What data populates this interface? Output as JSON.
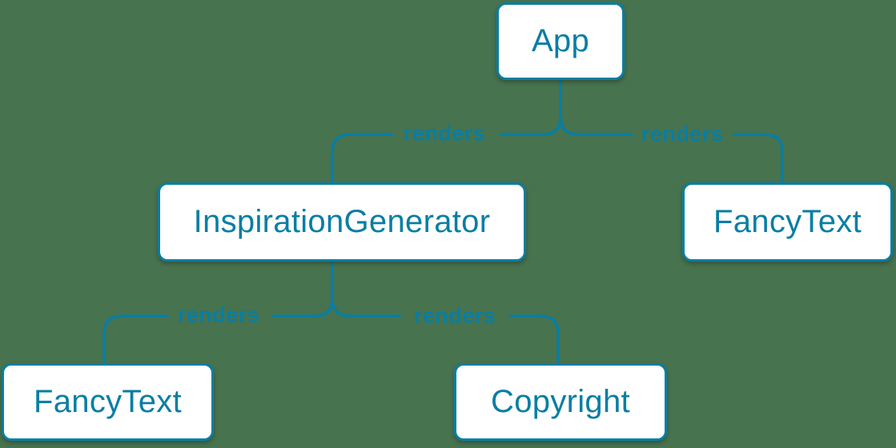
{
  "diagram": {
    "nodes": [
      {
        "id": "app",
        "label": "App"
      },
      {
        "id": "inspiration-generator",
        "label": "InspirationGenerator"
      },
      {
        "id": "fancy-text-top",
        "label": "FancyText"
      },
      {
        "id": "fancy-text-bottom",
        "label": "FancyText"
      },
      {
        "id": "copyright",
        "label": "Copyright"
      }
    ],
    "edges": [
      {
        "from": "App",
        "to": "InspirationGenerator",
        "label": "renders"
      },
      {
        "from": "App",
        "to": "FancyText",
        "label": "renders"
      },
      {
        "from": "InspirationGenerator",
        "to": "FancyText",
        "label": "renders"
      },
      {
        "from": "InspirationGenerator",
        "to": "Copyright",
        "label": "renders"
      }
    ]
  },
  "theme": {
    "accent": "#087ea4",
    "node_background": "#ffffff",
    "canvas_background": "#48734f"
  }
}
